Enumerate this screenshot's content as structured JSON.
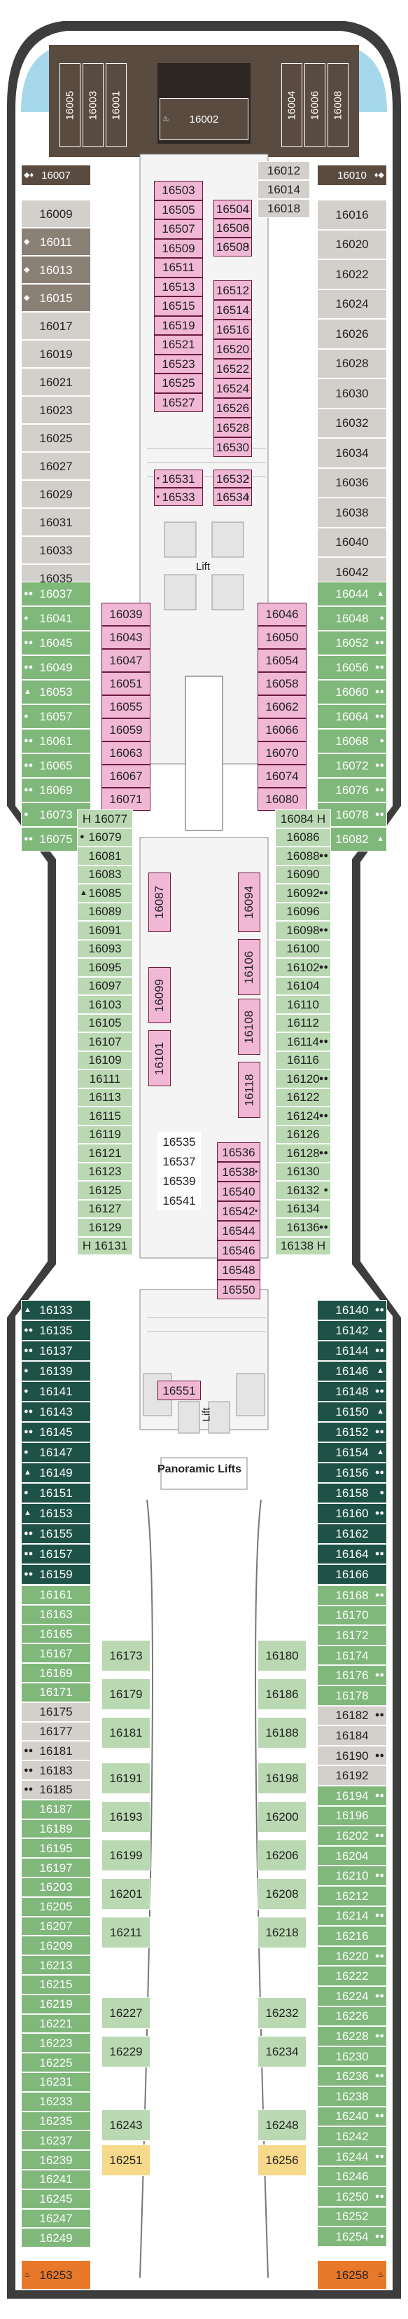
{
  "palette": {
    "hull": "#3d3d3d",
    "deck": "#ffffff",
    "corridor": "#ffffff",
    "suite": "#5a4b40",
    "yacht_club": "#8b8076",
    "pink_inside": "#f0b8d4",
    "pink_border": "#6b1a3a",
    "inside_grey": "#d3d0cc",
    "balcony_green": "#bad9b2",
    "ocean_green": "#7fb87a",
    "dark_green": "#3a8a4f",
    "teal": "#1e5246",
    "orange": "#e8792a",
    "yellow": "#f6d98a",
    "pool_blue": "#a6d8ec",
    "lift_grey": "#bdbdbd"
  },
  "labels": {
    "lift_1": "Lift",
    "lift_2": "Lift",
    "panoramic": "Panoramic Lifts"
  },
  "cabins": [
    {
      "n": "16005",
      "c": "suite",
      "v": true
    },
    {
      "n": "16003",
      "c": "suite",
      "v": true
    },
    {
      "n": "16001",
      "c": "suite",
      "v": true
    },
    {
      "n": "16002",
      "c": "suite",
      "m": "♨"
    },
    {
      "n": "16004",
      "c": "suite",
      "v": true
    },
    {
      "n": "16006",
      "c": "suite",
      "v": true
    },
    {
      "n": "16008",
      "c": "suite",
      "v": true
    },
    {
      "n": "16007",
      "c": "suite",
      "m": "◆♦"
    },
    {
      "n": "16010",
      "c": "suite",
      "m": "♦◆"
    },
    {
      "n": "16009",
      "c": "inside_grey"
    },
    {
      "n": "16011",
      "c": "yacht_club",
      "m": "◆"
    },
    {
      "n": "16013",
      "c": "yacht_club",
      "m": "◆"
    },
    {
      "n": "16015",
      "c": "yacht_club",
      "m": "◆"
    },
    {
      "n": "16017",
      "c": "inside_grey"
    },
    {
      "n": "16019",
      "c": "inside_grey"
    },
    {
      "n": "16021",
      "c": "inside_grey"
    },
    {
      "n": "16023",
      "c": "inside_grey"
    },
    {
      "n": "16025",
      "c": "inside_grey"
    },
    {
      "n": "16027",
      "c": "inside_grey"
    },
    {
      "n": "16029",
      "c": "inside_grey"
    },
    {
      "n": "16031",
      "c": "inside_grey"
    },
    {
      "n": "16033",
      "c": "inside_grey"
    },
    {
      "n": "16035",
      "c": "inside_grey"
    },
    {
      "n": "16016",
      "c": "inside_grey"
    },
    {
      "n": "16020",
      "c": "inside_grey"
    },
    {
      "n": "16022",
      "c": "inside_grey"
    },
    {
      "n": "16024",
      "c": "inside_grey"
    },
    {
      "n": "16026",
      "c": "inside_grey"
    },
    {
      "n": "16028",
      "c": "inside_grey"
    },
    {
      "n": "16030",
      "c": "inside_grey"
    },
    {
      "n": "16032",
      "c": "inside_grey"
    },
    {
      "n": "16034",
      "c": "inside_grey"
    },
    {
      "n": "16036",
      "c": "inside_grey"
    },
    {
      "n": "16038",
      "c": "inside_grey"
    },
    {
      "n": "16040",
      "c": "inside_grey"
    },
    {
      "n": "16042",
      "c": "inside_grey"
    },
    {
      "n": "16012",
      "c": "inside_grey"
    },
    {
      "n": "16014",
      "c": "inside_grey"
    },
    {
      "n": "16018",
      "c": "inside_grey"
    },
    {
      "n": "16503",
      "c": "pink"
    },
    {
      "n": "16505",
      "c": "pink"
    },
    {
      "n": "16507",
      "c": "pink"
    },
    {
      "n": "16509",
      "c": "pink"
    },
    {
      "n": "16511",
      "c": "pink"
    },
    {
      "n": "16513",
      "c": "pink"
    },
    {
      "n": "16515",
      "c": "pink"
    },
    {
      "n": "16519",
      "c": "pink"
    },
    {
      "n": "16521",
      "c": "pink"
    },
    {
      "n": "16523",
      "c": "pink"
    },
    {
      "n": "16525",
      "c": "pink"
    },
    {
      "n": "16527",
      "c": "pink"
    },
    {
      "n": "16504",
      "c": "pink"
    },
    {
      "n": "16506",
      "c": "pink",
      "m": "▪"
    },
    {
      "n": "16508",
      "c": "pink",
      "m": "▪"
    },
    {
      "n": "16512",
      "c": "pink"
    },
    {
      "n": "16514",
      "c": "pink"
    },
    {
      "n": "16516",
      "c": "pink"
    },
    {
      "n": "16520",
      "c": "pink"
    },
    {
      "n": "16522",
      "c": "pink"
    },
    {
      "n": "16524",
      "c": "pink"
    },
    {
      "n": "16526",
      "c": "pink"
    },
    {
      "n": "16528",
      "c": "pink"
    },
    {
      "n": "16530",
      "c": "pink"
    },
    {
      "n": "16531",
      "c": "pink",
      "m": "▪"
    },
    {
      "n": "16533",
      "c": "pink",
      "m": "▪"
    },
    {
      "n": "16532",
      "c": "pink",
      "m": "▪"
    },
    {
      "n": "16534",
      "c": "pink",
      "m": "▪"
    },
    {
      "n": "16037",
      "c": "ocean_green",
      "m": "●●"
    },
    {
      "n": "16041",
      "c": "ocean_green",
      "m": "●"
    },
    {
      "n": "16045",
      "c": "ocean_green",
      "m": "●●"
    },
    {
      "n": "16049",
      "c": "ocean_green",
      "m": "●●"
    },
    {
      "n": "16053",
      "c": "ocean_green",
      "m": "▲"
    },
    {
      "n": "16057",
      "c": "ocean_green",
      "m": "●"
    },
    {
      "n": "16061",
      "c": "ocean_green",
      "m": "●●"
    },
    {
      "n": "16065",
      "c": "ocean_green",
      "m": "●●"
    },
    {
      "n": "16069",
      "c": "ocean_green",
      "m": "●●"
    },
    {
      "n": "16073",
      "c": "ocean_green",
      "m": "●"
    },
    {
      "n": "16075",
      "c": "ocean_green",
      "m": "●●"
    },
    {
      "n": "16044",
      "c": "ocean_green",
      "m": "▲"
    },
    {
      "n": "16048",
      "c": "ocean_green",
      "m": "●"
    },
    {
      "n": "16052",
      "c": "ocean_green",
      "m": "●●"
    },
    {
      "n": "16056",
      "c": "ocean_green",
      "m": "●●"
    },
    {
      "n": "16060",
      "c": "ocean_green",
      "m": "●●"
    },
    {
      "n": "16064",
      "c": "ocean_green",
      "m": "●●"
    },
    {
      "n": "16068",
      "c": "ocean_green",
      "m": "●"
    },
    {
      "n": "16072",
      "c": "ocean_green",
      "m": "●●"
    },
    {
      "n": "16076",
      "c": "ocean_green",
      "m": "●●"
    },
    {
      "n": "16078",
      "c": "ocean_green",
      "m": "●●"
    },
    {
      "n": "16082",
      "c": "ocean_green",
      "m": "▲"
    },
    {
      "n": "16039",
      "c": "pink"
    },
    {
      "n": "16043",
      "c": "pink"
    },
    {
      "n": "16047",
      "c": "pink"
    },
    {
      "n": "16051",
      "c": "pink"
    },
    {
      "n": "16055",
      "c": "pink"
    },
    {
      "n": "16059",
      "c": "pink"
    },
    {
      "n": "16063",
      "c": "pink"
    },
    {
      "n": "16067",
      "c": "pink"
    },
    {
      "n": "16071",
      "c": "pink"
    },
    {
      "n": "16046",
      "c": "pink"
    },
    {
      "n": "16050",
      "c": "pink"
    },
    {
      "n": "16054",
      "c": "pink"
    },
    {
      "n": "16058",
      "c": "pink"
    },
    {
      "n": "16062",
      "c": "pink"
    },
    {
      "n": "16066",
      "c": "pink"
    },
    {
      "n": "16070",
      "c": "pink"
    },
    {
      "n": "16074",
      "c": "pink"
    },
    {
      "n": "16080",
      "c": "pink"
    },
    {
      "n": "H 16077",
      "c": "balcony_green"
    },
    {
      "n": "16079",
      "c": "balcony_green",
      "m": "●"
    },
    {
      "n": "16081",
      "c": "balcony_green"
    },
    {
      "n": "16083",
      "c": "balcony_green"
    },
    {
      "n": "16085",
      "c": "balcony_green",
      "m": "▲"
    },
    {
      "n": "16089",
      "c": "balcony_green"
    },
    {
      "n": "16091",
      "c": "balcony_green"
    },
    {
      "n": "16093",
      "c": "balcony_green"
    },
    {
      "n": "16095",
      "c": "balcony_green"
    },
    {
      "n": "16097",
      "c": "balcony_green"
    },
    {
      "n": "16103",
      "c": "balcony_green"
    },
    {
      "n": "16105",
      "c": "balcony_green"
    },
    {
      "n": "16107",
      "c": "balcony_green"
    },
    {
      "n": "16109",
      "c": "balcony_green"
    },
    {
      "n": "16111",
      "c": "balcony_green"
    },
    {
      "n": "16113",
      "c": "balcony_green"
    },
    {
      "n": "16115",
      "c": "balcony_green"
    },
    {
      "n": "16119",
      "c": "balcony_green"
    },
    {
      "n": "16121",
      "c": "balcony_green"
    },
    {
      "n": "16123",
      "c": "balcony_green"
    },
    {
      "n": "16125",
      "c": "balcony_green"
    },
    {
      "n": "16127",
      "c": "balcony_green"
    },
    {
      "n": "16129",
      "c": "balcony_green"
    },
    {
      "n": "H 16131",
      "c": "balcony_green"
    },
    {
      "n": "16084 H",
      "c": "balcony_green"
    },
    {
      "n": "16086",
      "c": "balcony_green"
    },
    {
      "n": "16088",
      "c": "balcony_green",
      "m": "●●"
    },
    {
      "n": "16090",
      "c": "balcony_green"
    },
    {
      "n": "16092",
      "c": "balcony_green",
      "m": "●●"
    },
    {
      "n": "16096",
      "c": "balcony_green"
    },
    {
      "n": "16098",
      "c": "balcony_green",
      "m": "●●"
    },
    {
      "n": "16100",
      "c": "balcony_green"
    },
    {
      "n": "16102",
      "c": "balcony_green",
      "m": "●●"
    },
    {
      "n": "16104",
      "c": "balcony_green"
    },
    {
      "n": "16110",
      "c": "balcony_green"
    },
    {
      "n": "16112",
      "c": "balcony_green"
    },
    {
      "n": "16114",
      "c": "balcony_green",
      "m": "●●"
    },
    {
      "n": "16116",
      "c": "balcony_green"
    },
    {
      "n": "16120",
      "c": "balcony_green",
      "m": "●●"
    },
    {
      "n": "16122",
      "c": "balcony_green"
    },
    {
      "n": "16124",
      "c": "balcony_green",
      "m": "●●"
    },
    {
      "n": "16126",
      "c": "balcony_green"
    },
    {
      "n": "16128",
      "c": "balcony_green",
      "m": "●●"
    },
    {
      "n": "16130",
      "c": "balcony_green"
    },
    {
      "n": "16132",
      "c": "balcony_green",
      "m": "●"
    },
    {
      "n": "16134",
      "c": "balcony_green"
    },
    {
      "n": "16136",
      "c": "balcony_green",
      "m": "●●"
    },
    {
      "n": "16138 H",
      "c": "balcony_green"
    },
    {
      "n": "16087",
      "c": "pink",
      "v": true
    },
    {
      "n": "16099",
      "c": "pink",
      "v": true
    },
    {
      "n": "16101",
      "c": "pink",
      "v": true
    },
    {
      "n": "16094",
      "c": "pink",
      "v": true
    },
    {
      "n": "16106",
      "c": "pink",
      "v": true
    },
    {
      "n": "16108",
      "c": "pink",
      "v": true
    },
    {
      "n": "16118",
      "c": "pink",
      "v": true
    },
    {
      "n": "16535",
      "c": "inside_white"
    },
    {
      "n": "16537",
      "c": "inside_white"
    },
    {
      "n": "16539",
      "c": "inside_white"
    },
    {
      "n": "16541",
      "c": "inside_white"
    },
    {
      "n": "16536",
      "c": "pink"
    },
    {
      "n": "16538",
      "c": "pink",
      "m": "▪"
    },
    {
      "n": "16540",
      "c": "pink"
    },
    {
      "n": "16542",
      "c": "pink",
      "m": "▪"
    },
    {
      "n": "16544",
      "c": "pink"
    },
    {
      "n": "16546",
      "c": "pink"
    },
    {
      "n": "16548",
      "c": "pink"
    },
    {
      "n": "16550",
      "c": "pink"
    },
    {
      "n": "16551",
      "c": "pink"
    },
    {
      "n": "16133",
      "c": "teal",
      "m": "▲"
    },
    {
      "n": "16135",
      "c": "teal",
      "m": "●●"
    },
    {
      "n": "16137",
      "c": "teal",
      "m": "●●"
    },
    {
      "n": "16139",
      "c": "teal",
      "m": "●"
    },
    {
      "n": "16141",
      "c": "teal",
      "m": "●"
    },
    {
      "n": "16143",
      "c": "teal",
      "m": "●●"
    },
    {
      "n": "16145",
      "c": "teal",
      "m": "●●"
    },
    {
      "n": "16147",
      "c": "teal",
      "m": "●"
    },
    {
      "n": "16149",
      "c": "teal",
      "m": "▲"
    },
    {
      "n": "16151",
      "c": "teal",
      "m": "●"
    },
    {
      "n": "16153",
      "c": "teal",
      "m": "▲"
    },
    {
      "n": "16155",
      "c": "teal",
      "m": "●●"
    },
    {
      "n": "16157",
      "c": "teal",
      "m": "●●"
    },
    {
      "n": "16159",
      "c": "teal",
      "m": "●●"
    },
    {
      "n": "16140",
      "c": "teal",
      "m": "●●"
    },
    {
      "n": "16142",
      "c": "teal",
      "m": "▲"
    },
    {
      "n": "16144",
      "c": "teal",
      "m": "●●"
    },
    {
      "n": "16146",
      "c": "teal",
      "m": "▲"
    },
    {
      "n": "16148",
      "c": "teal",
      "m": "●●"
    },
    {
      "n": "16150",
      "c": "teal",
      "m": "▲"
    },
    {
      "n": "16152",
      "c": "teal",
      "m": "●●"
    },
    {
      "n": "16154",
      "c": "teal",
      "m": "▲"
    },
    {
      "n": "16156",
      "c": "teal",
      "m": "●●"
    },
    {
      "n": "16158",
      "c": "teal",
      "m": "●"
    },
    {
      "n": "16160",
      "c": "teal",
      "m": "●●"
    },
    {
      "n": "16162",
      "c": "teal"
    },
    {
      "n": "16164",
      "c": "teal",
      "m": "●●"
    },
    {
      "n": "16166",
      "c": "teal"
    },
    {
      "n": "16161",
      "c": "ocean_green"
    },
    {
      "n": "16163",
      "c": "ocean_green"
    },
    {
      "n": "16165",
      "c": "ocean_green"
    },
    {
      "n": "16167",
      "c": "ocean_green"
    },
    {
      "n": "16169",
      "c": "ocean_green"
    },
    {
      "n": "16171",
      "c": "ocean_green"
    },
    {
      "n": "16175",
      "c": "inside_grey"
    },
    {
      "n": "16177",
      "c": "inside_grey"
    },
    {
      "n": "16181",
      "c": "inside_grey",
      "m": "●●"
    },
    {
      "n": "16183",
      "c": "inside_grey",
      "m": "●●"
    },
    {
      "n": "16185",
      "c": "inside_grey",
      "m": "●●"
    },
    {
      "n": "16187",
      "c": "ocean_green"
    },
    {
      "n": "16189",
      "c": "ocean_green"
    },
    {
      "n": "16195",
      "c": "ocean_green"
    },
    {
      "n": "16197",
      "c": "ocean_green"
    },
    {
      "n": "16203",
      "c": "ocean_green"
    },
    {
      "n": "16205",
      "c": "ocean_green"
    },
    {
      "n": "16207",
      "c": "ocean_green"
    },
    {
      "n": "16209",
      "c": "ocean_green"
    },
    {
      "n": "16213",
      "c": "ocean_green"
    },
    {
      "n": "16215",
      "c": "ocean_green"
    },
    {
      "n": "16219",
      "c": "ocean_green"
    },
    {
      "n": "16221",
      "c": "ocean_green"
    },
    {
      "n": "16223",
      "c": "ocean_green"
    },
    {
      "n": "16225",
      "c": "ocean_green"
    },
    {
      "n": "16231",
      "c": "ocean_green"
    },
    {
      "n": "16233",
      "c": "ocean_green"
    },
    {
      "n": "16235",
      "c": "ocean_green"
    },
    {
      "n": "16237",
      "c": "ocean_green"
    },
    {
      "n": "16239",
      "c": "ocean_green"
    },
    {
      "n": "16241",
      "c": "ocean_green"
    },
    {
      "n": "16245",
      "c": "ocean_green"
    },
    {
      "n": "16247",
      "c": "ocean_green"
    },
    {
      "n": "16249",
      "c": "ocean_green"
    },
    {
      "n": "16168",
      "c": "ocean_green",
      "m": "●●"
    },
    {
      "n": "16170",
      "c": "ocean_green"
    },
    {
      "n": "16172",
      "c": "ocean_green"
    },
    {
      "n": "16174",
      "c": "ocean_green"
    },
    {
      "n": "16176",
      "c": "ocean_green",
      "m": "●●"
    },
    {
      "n": "16178",
      "c": "ocean_green"
    },
    {
      "n": "16182",
      "c": "inside_grey",
      "m": "●●"
    },
    {
      "n": "16184",
      "c": "inside_grey"
    },
    {
      "n": "16190",
      "c": "inside_grey",
      "m": "●●"
    },
    {
      "n": "16192",
      "c": "inside_grey"
    },
    {
      "n": "16194",
      "c": "ocean_green",
      "m": "●●"
    },
    {
      "n": "16196",
      "c": "ocean_green"
    },
    {
      "n": "16202",
      "c": "ocean_green",
      "m": "●●"
    },
    {
      "n": "16204",
      "c": "ocean_green"
    },
    {
      "n": "16210",
      "c": "ocean_green",
      "m": "●●"
    },
    {
      "n": "16212",
      "c": "ocean_green"
    },
    {
      "n": "16214",
      "c": "ocean_green",
      "m": "●●"
    },
    {
      "n": "16216",
      "c": "ocean_green"
    },
    {
      "n": "16220",
      "c": "ocean_green",
      "m": "●●"
    },
    {
      "n": "16222",
      "c": "ocean_green"
    },
    {
      "n": "16224",
      "c": "ocean_green",
      "m": "●●"
    },
    {
      "n": "16226",
      "c": "ocean_green"
    },
    {
      "n": "16228",
      "c": "ocean_green",
      "m": "●●"
    },
    {
      "n": "16230",
      "c": "ocean_green"
    },
    {
      "n": "16236",
      "c": "ocean_green",
      "m": "●●"
    },
    {
      "n": "16238",
      "c": "ocean_green"
    },
    {
      "n": "16240",
      "c": "ocean_green",
      "m": "●●"
    },
    {
      "n": "16242",
      "c": "ocean_green"
    },
    {
      "n": "16244",
      "c": "ocean_green",
      "m": "●●"
    },
    {
      "n": "16246",
      "c": "ocean_green"
    },
    {
      "n": "16250",
      "c": "ocean_green",
      "m": "●●"
    },
    {
      "n": "16252",
      "c": "ocean_green"
    },
    {
      "n": "16254",
      "c": "ocean_green",
      "m": "●●"
    },
    {
      "n": "16173",
      "c": "balcony_green"
    },
    {
      "n": "16179",
      "c": "balcony_green"
    },
    {
      "n": "16181",
      "c": "balcony_green"
    },
    {
      "n": "16191",
      "c": "balcony_green"
    },
    {
      "n": "16193",
      "c": "balcony_green"
    },
    {
      "n": "16199",
      "c": "balcony_green"
    },
    {
      "n": "16201",
      "c": "balcony_green"
    },
    {
      "n": "16211",
      "c": "balcony_green"
    },
    {
      "n": "16227",
      "c": "balcony_green"
    },
    {
      "n": "16229",
      "c": "balcony_green"
    },
    {
      "n": "16243",
      "c": "balcony_green"
    },
    {
      "n": "16251",
      "c": "yellow"
    },
    {
      "n": "16180",
      "c": "balcony_green"
    },
    {
      "n": "16186",
      "c": "balcony_green"
    },
    {
      "n": "16188",
      "c": "balcony_green"
    },
    {
      "n": "16198",
      "c": "balcony_green"
    },
    {
      "n": "16200",
      "c": "balcony_green"
    },
    {
      "n": "16206",
      "c": "balcony_green"
    },
    {
      "n": "16208",
      "c": "balcony_green"
    },
    {
      "n": "16218",
      "c": "balcony_green"
    },
    {
      "n": "16232",
      "c": "balcony_green"
    },
    {
      "n": "16234",
      "c": "balcony_green"
    },
    {
      "n": "16248",
      "c": "balcony_green"
    },
    {
      "n": "16256",
      "c": "yellow"
    },
    {
      "n": "16253",
      "c": "orange",
      "m": "♨"
    },
    {
      "n": "16258",
      "c": "orange",
      "m": "♨"
    }
  ]
}
